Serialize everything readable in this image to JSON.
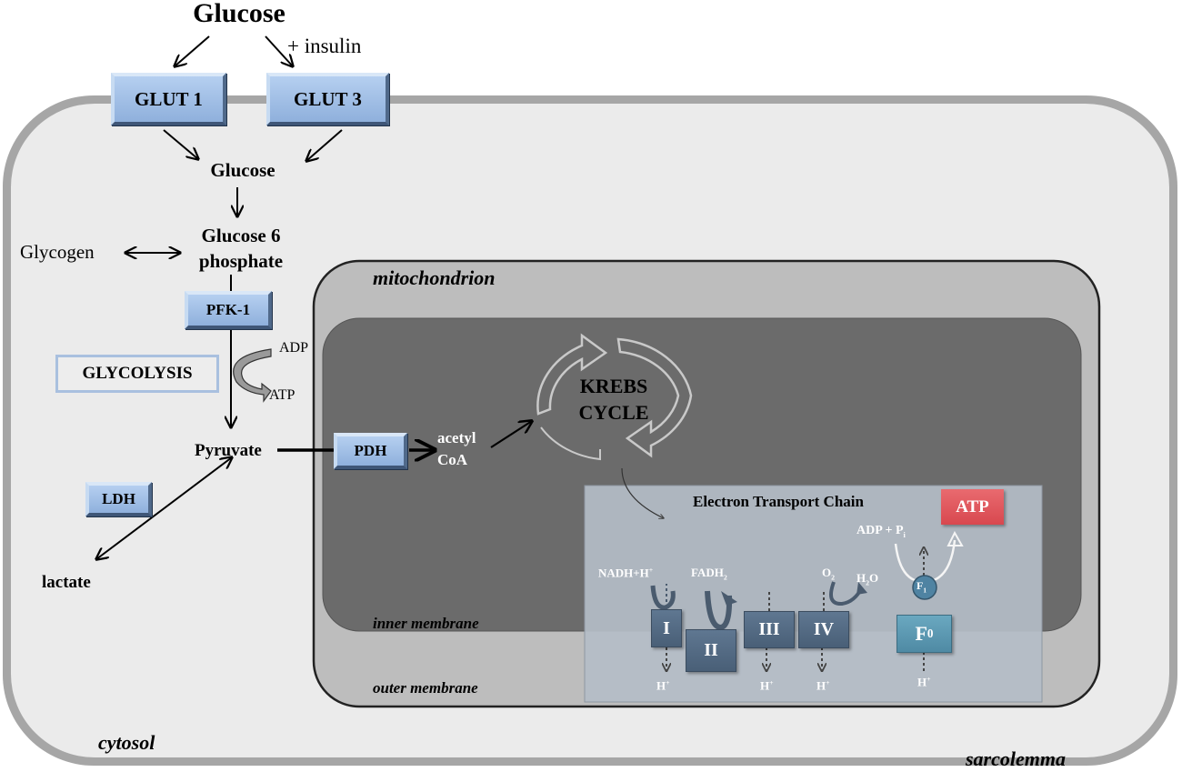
{
  "glucose_outside": "Glucose",
  "insulin": "+ insulin",
  "glut1": "GLUT 1",
  "glut3": "GLUT 3",
  "glucose_inside": "Glucose",
  "glycogen": "Glycogen",
  "g6p_line1": "Glucose 6",
  "g6p_line2": "phosphate",
  "pfk1": "PFK-1",
  "glycolysis": "GLYCOLYSIS",
  "adp": "ADP",
  "atp_small": "ATP",
  "pyruvate": "Pyruvate",
  "ldh": "LDH",
  "lactate": "lactate",
  "pdh": "PDH",
  "acetyl": "acetyl",
  "coa": "CoA",
  "krebs_line1": "KREBS",
  "krebs_line2": "CYCLE",
  "mitochondrion": "mitochondrion",
  "inner_membrane": "inner membrane",
  "outer_membrane": "outer membrane",
  "cytosol": "cytosol",
  "sarcolemma": "sarcolemma",
  "etc_title": "Electron Transport Chain",
  "atp_big": "ATP",
  "adp_pi": "ADP + P",
  "pi_sub": "i",
  "nadh": "NADH+H",
  "nadh_sup": "+",
  "fadh": "FADH",
  "fadh_sub": "2",
  "o2": "O",
  "o2_sub": "2",
  "h2o_a": "H",
  "h2o_sub": "2",
  "h2o_b": "O",
  "complex_1": "I",
  "complex_2": "II",
  "complex_3": "III",
  "complex_4": "IV",
  "f1": "F",
  "f1_sub": "1",
  "f0": "F",
  "f0_sub": "0",
  "h_plus": "H",
  "h_plus_sup": "+",
  "colors": {
    "cytosol_fill": "#ebebeb",
    "mito_outer": "#bdbdbd",
    "mito_inner": "#6b6b6b",
    "etc_panel": "#b4bcc6",
    "enzyme_blue": "#9dbde6",
    "complex_slate": "#56697f",
    "atp_red": "#e0545a"
  }
}
